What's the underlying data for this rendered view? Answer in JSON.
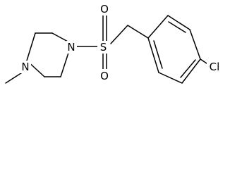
{
  "molecule": {
    "atoms": {
      "sulfur": "S",
      "oxygen_top": "O",
      "oxygen_bottom": "O",
      "nitrogen_sulfonyl": "N",
      "nitrogen_methyl": "N",
      "chlorine": "Cl"
    }
  }
}
